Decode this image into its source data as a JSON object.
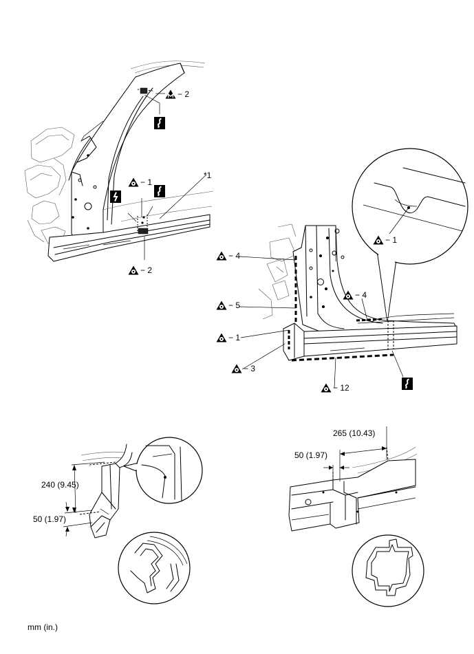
{
  "top_left_view": {
    "callouts": [
      {
        "code": "M",
        "suffix": "− 2"
      },
      {
        "code": "O",
        "suffix": "− 1"
      },
      {
        "code": "O",
        "suffix": "− 2"
      }
    ],
    "note": "*1",
    "symbols": [
      "cut-symbol",
      "saw-symbol",
      "cut-symbol"
    ]
  },
  "top_right_view": {
    "callouts": [
      {
        "code": "O",
        "suffix": "− 4"
      },
      {
        "code": "O",
        "suffix": "− 5"
      },
      {
        "code": "O",
        "suffix": "− 1"
      },
      {
        "code": "O",
        "suffix": "− 3"
      },
      {
        "code": "O",
        "suffix": "− 4"
      },
      {
        "code": "O",
        "suffix": "− 12"
      },
      {
        "code": "O",
        "suffix": "− 1"
      }
    ],
    "symbols": [
      "cut-symbol"
    ]
  },
  "bottom_left_view": {
    "dimensions": [
      "240 (9.45)",
      "50 (1.97)"
    ]
  },
  "bottom_right_view": {
    "dimensions": [
      "265 (10.43)",
      "50 (1.97)"
    ]
  },
  "units_label": "mm (in.)"
}
